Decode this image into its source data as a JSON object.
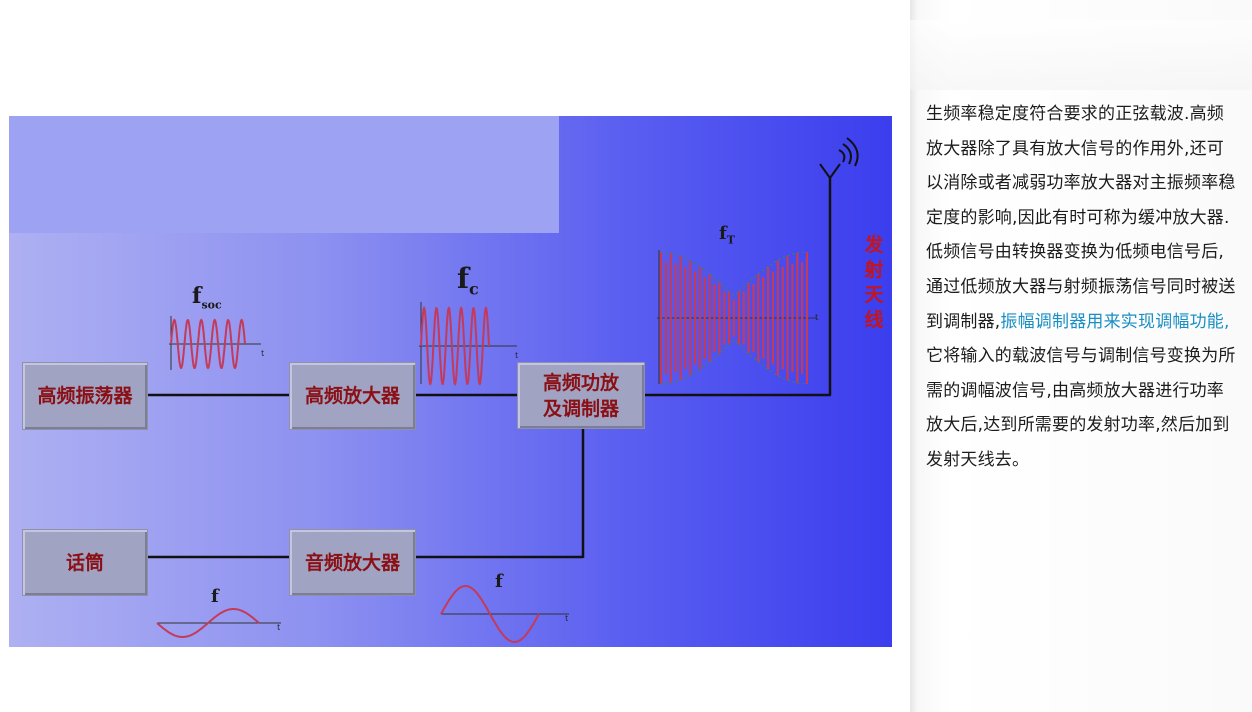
{
  "diagram": {
    "blocks": [
      {
        "id": "osc",
        "label": "高频振荡器"
      },
      {
        "id": "rf_amp",
        "label": "高频放大器"
      },
      {
        "id": "pa_mod",
        "label": "高频功放\n及调制器"
      },
      {
        "id": "mic",
        "label": "话筒"
      },
      {
        "id": "af_amp",
        "label": "音频放大器"
      }
    ],
    "signals": {
      "fsoc": {
        "main": "f",
        "sub": "soc"
      },
      "fc": {
        "main": "f",
        "sub": "c"
      },
      "fT": {
        "main": "f",
        "sub": "T"
      },
      "f_audio_1": "f",
      "f_audio_2": "f",
      "t_axis": "t"
    },
    "antenna_label": [
      "发",
      "射",
      "天",
      "线"
    ]
  },
  "text_panel": {
    "before": "生频率稳定度符合要求的正弦载波.高频放大器除了具有放大信号的作用外,还可以消除或者减弱功率放大器对主振频率稳定度的影响,因此有时可称为缓冲放大器.低频信号由转换器变换为低频电信号后,通过低频放大器与射频振荡信号同时被送到调制器,",
    "highlight": "振幅调制器用来实现调幅功能,",
    "after": "它将输入的载波信号与调制信号变换为所需的调幅波信号,由高频放大器进行功率放大后,达到所需要的发射功率,然后加到发射天线去。",
    "colors": {
      "text": "#1c1c1c",
      "highlight": "#1a8fc5"
    }
  },
  "colors": {
    "block_text": "#8a1016",
    "antenna_label": "#c4141c",
    "waveform": "#c43a5a",
    "line": "#111111"
  }
}
